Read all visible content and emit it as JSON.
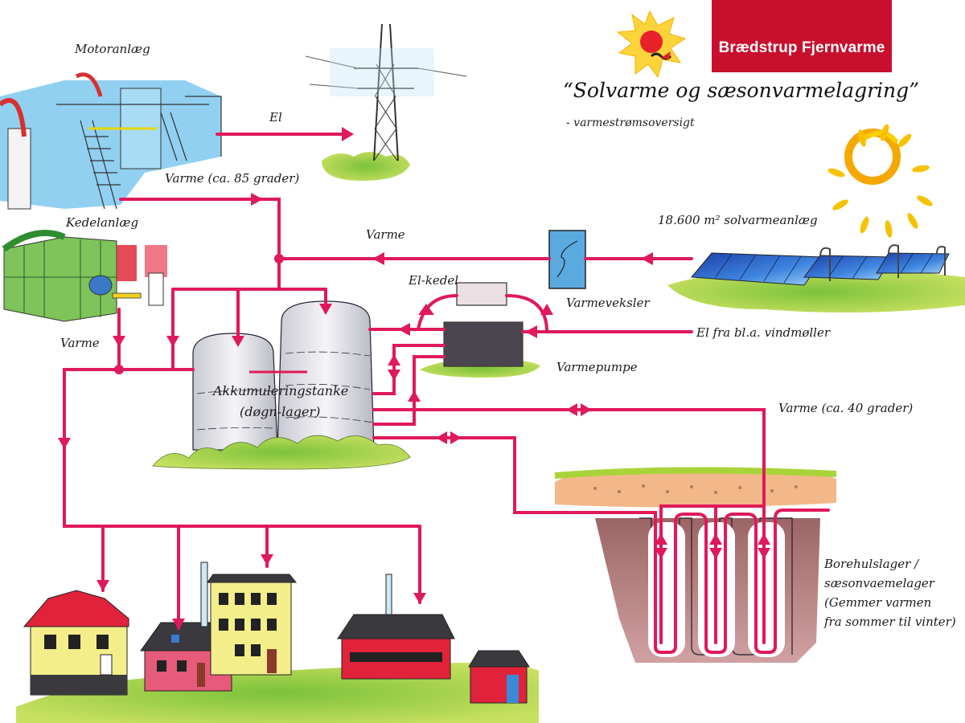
{
  "header": {
    "brand_name": "Brædstrup Fjernvarme",
    "title": "“Solvarme og sæsonvarmelagring”",
    "subtitle": "- varmestrømsoversigt"
  },
  "colors": {
    "pipe": "#e0195a",
    "brand_red": "#c8102e",
    "grass": "#a8d43a",
    "soil": "#f0b07a",
    "earth": "#9a5a5a",
    "panel_blue": "#2a62c8",
    "tank_gray": "#d6d6dc",
    "sun_yellow": "#f5c400",
    "sun_orange": "#f09a00"
  },
  "nodes": {
    "motor_plant": {
      "label": "Motoranlæg",
      "icon": "engine-plant-icon"
    },
    "power_pylon": {
      "label": "",
      "icon": "power-pylon-icon"
    },
    "boiler_plant": {
      "label": "Kedelanlæg",
      "icon": "boiler-plant-icon"
    },
    "heat_exchanger": {
      "label": "Varmeveksler",
      "icon": "heat-exchanger-icon"
    },
    "electric_boiler": {
      "label": "El-kedel",
      "icon": "electric-boiler-icon"
    },
    "heat_pump": {
      "label": "Varmepumpe",
      "icon": "heat-pump-icon"
    },
    "solar_field": {
      "label": "18.600 m² solvarmeanlæg",
      "icon": "solar-panels-icon"
    },
    "accumulator_tanks": {
      "label_line1": "Akkumuleringstanke",
      "label_line2": "(døgn-lager)",
      "icon": "storage-tanks-icon"
    },
    "borehole_storage": {
      "lines": [
        "Borehulslager /",
        "sæsonvaemelager",
        "(Gemmer varmen",
        "fra sommer til vinter)"
      ],
      "icon": "borehole-storage-icon"
    },
    "consumers": {
      "icon": "houses-icon",
      "count": 4
    }
  },
  "flows": {
    "el": "El",
    "heat_85": "Varme (ca. 85 grader)",
    "heat_solar": "Varme",
    "heat_boiler": "Varme",
    "el_wind": "El fra bl.a. vindmøller",
    "heat_40": "Varme (ca. 40 grader)"
  }
}
